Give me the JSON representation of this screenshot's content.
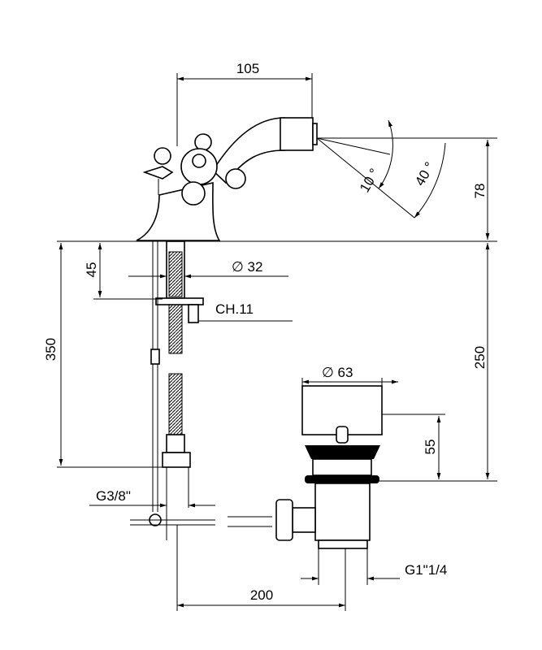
{
  "drawing": {
    "dimensions": {
      "width_top": "105",
      "spout_height": "78",
      "angle_small": "10 °",
      "angle_large": "40 °",
      "shank_top": "45",
      "shank_diameter": "∅ 32",
      "nut_size": "CH.11",
      "total_below": "350",
      "drain_depth": "250",
      "drain_diameter": "∅ 63",
      "drain_head": "55",
      "inlet_thread": "G3/8\"",
      "drain_thread": "G1\"1/4",
      "spout_to_drain": "200"
    },
    "colors": {
      "line": "#000000",
      "background": "#ffffff"
    }
  }
}
